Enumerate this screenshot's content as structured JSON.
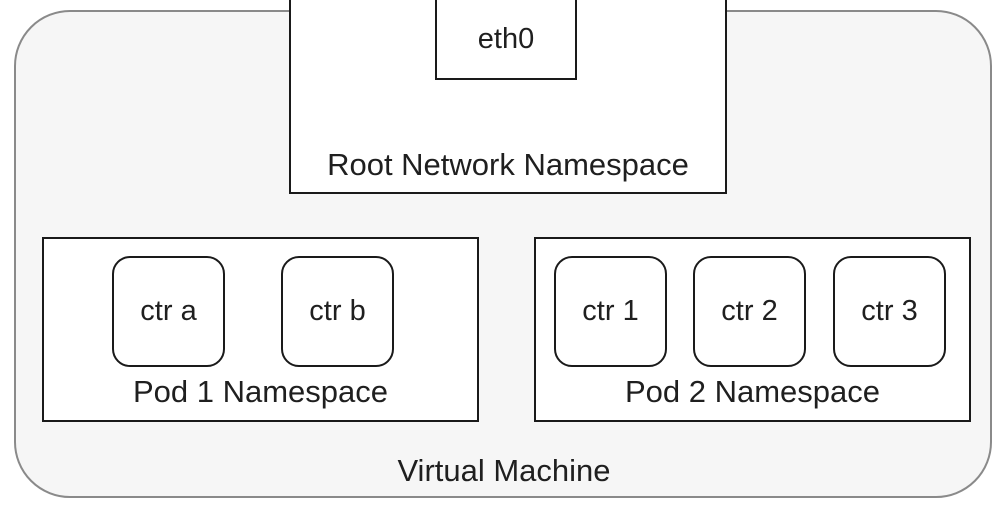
{
  "diagram": {
    "vm_label": "Virtual Machine",
    "root_namespace": {
      "label": "Root Network Namespace",
      "interface": "eth0"
    },
    "pods": [
      {
        "label": "Pod 1 Namespace",
        "containers": [
          "ctr a",
          "ctr b"
        ]
      },
      {
        "label": "Pod 2 Namespace",
        "containers": [
          "ctr 1",
          "ctr 2",
          "ctr 3"
        ]
      }
    ]
  }
}
